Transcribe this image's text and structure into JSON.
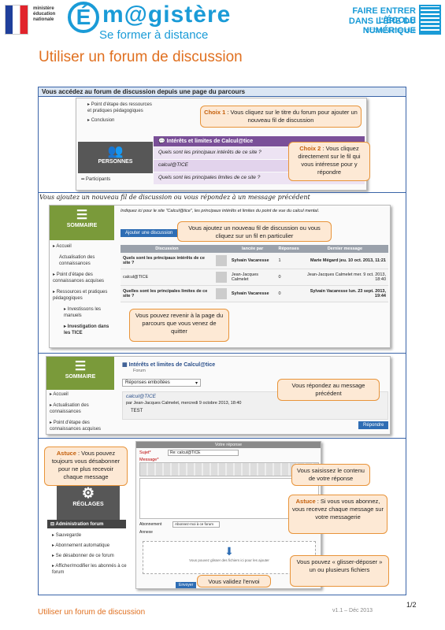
{
  "header": {
    "ministry": "ministère éducation nationale",
    "brand_letter": "É",
    "brand": "m@gistère",
    "tagline": "Se former à distance",
    "slogan_line1": "FAIRE ENTRER L'ÉCOLE",
    "slogan_line2": "DANS L'ÈRE DU NUMÉRIQUE",
    "hashtag": "#EcoleNumerique"
  },
  "title": "Utiliser un forum de discussion",
  "section1": {
    "heading": "Vous accédez au forum de discussion depuis une page du parcours",
    "nav": [
      "Point d'étape des ressources et pratiques pédagogiques",
      "Conclusion"
    ],
    "personnes": "PERSONNES",
    "participants": "Participants",
    "forum_title": "Intérêts et limites de Calcul@tice",
    "threads": [
      "Quels sont les principaux intérêts de ce site ?",
      "calcul@TICE",
      "Quels sont les principales limites de ce site ?"
    ],
    "choix1_title": "Choix 1",
    "choix1_text": " : Vous cliquez sur le titre du forum pour ajouter un nouveau fil de discussion",
    "choix2_title": "Choix 2",
    "choix2_text": " : Vous cliquez directement sur le fil qui vous intéresse pour y répondre"
  },
  "section2": {
    "handwritten": "Vous ajoutez un nouveau fil de discussion ou vous répondez à un message précédent",
    "sommaire": "SOMMAIRE",
    "nav": [
      "Accueil",
      "Actualisation des connaissances",
      "Point d'étape des connaissances acquises",
      "Ressources et pratiques pédagogiques",
      "Investissons les manuels",
      "Investigation dans les TICE"
    ],
    "intro": "Indiquez ici pour le site \"Calcul@tice\", les principaux intérêts et limites du point de vue du calcul mental.",
    "add_button": "Ajouter une discussion",
    "columns": [
      "Discussion",
      "lancée par",
      "Réponses",
      "Dernier message"
    ],
    "rows": [
      {
        "discussion": "Quels sont les principaux intérêts de ce site ?",
        "author": "Sylvain Vacaresse",
        "replies": "1",
        "last": "Marie Mégard jeu. 10 oct. 2013, 11:21"
      },
      {
        "discussion": "calcul@TICE",
        "author": "Jean-Jacques Calmelet",
        "replies": "0",
        "last": "Jean-Jacques Calmelet mer. 9 oct. 2013, 18:40"
      },
      {
        "discussion": "Quelles sont les principales limites de ce site ?",
        "author": "Sylvain Vacaresse",
        "replies": "0",
        "last": "Sylvain Vacaresse lun. 23 sept. 2013, 19:44"
      }
    ],
    "callout_top": "Vous ajoutez un nouveau fil de discussion ou vous cliquez sur un fil en particulier",
    "callout_bottom": "Vous pouvez revenir à la page du parcours que vous venez de quitter"
  },
  "section3": {
    "sommaire": "SOMMAIRE",
    "nav": [
      "Accueil",
      "Actualisation des connaissances",
      "Point d'étape des connaissances acquises"
    ],
    "forum_title": "Intérêts et limites de Calcul@tice",
    "forum_sub": "Forum",
    "select_value": "Réponses emboîtées",
    "post_title": "calcul@TICE",
    "post_by": "par Jean-Jacques Calmelet, mercredi 9 octobre 2013, 18:40",
    "post_body": "TEST",
    "reply_button": "Répondre",
    "callout": "Vous répondez au message précédent"
  },
  "section4": {
    "form_title": "Votre réponse",
    "subject_label": "Sujet*",
    "subject_value": "Re: calcul@TICE",
    "message_label": "Message*",
    "reglages": "RÉGLAGES",
    "admin_forum": "Administration forum",
    "admin_items": [
      "Sauvegarde",
      "Abonnement automatique",
      "Se désabonner de ce forum",
      "Afficher/modifier les abonnés à ce forum"
    ],
    "abonnement_label": "Abonnement",
    "abonnement_value": "Abonnez-moi à ce forum",
    "annexe_label": "Annexe",
    "drop_text": "Vous pouvez glisser des fichiers ici pour les ajouter",
    "submit": "Envoyer",
    "astuce1_title": "Astuce",
    "astuce1_text": " : Vous pouvez toujours vous désabonner pour ne plus recevoir chaque message",
    "callout_content": "Vous saisissez le contenu de votre réponse",
    "astuce2_title": "Astuce",
    "astuce2_text": " : Si vous vous abonnez, vous recevez chaque message sur votre messagerie",
    "callout_drop": "Vous pouvez « glisser-déposer » un ou plusieurs fichiers",
    "callout_submit": "Vous validez l'envoi"
  },
  "footer": {
    "title": "Utiliser un forum de discussion",
    "version": "v1.1 – Déc 2013",
    "page": "1/2"
  },
  "colors": {
    "brand": "#1a9bd7",
    "accent": "#e07020",
    "frame": "#3a64a8",
    "callout_bg": "#fde9d5"
  }
}
